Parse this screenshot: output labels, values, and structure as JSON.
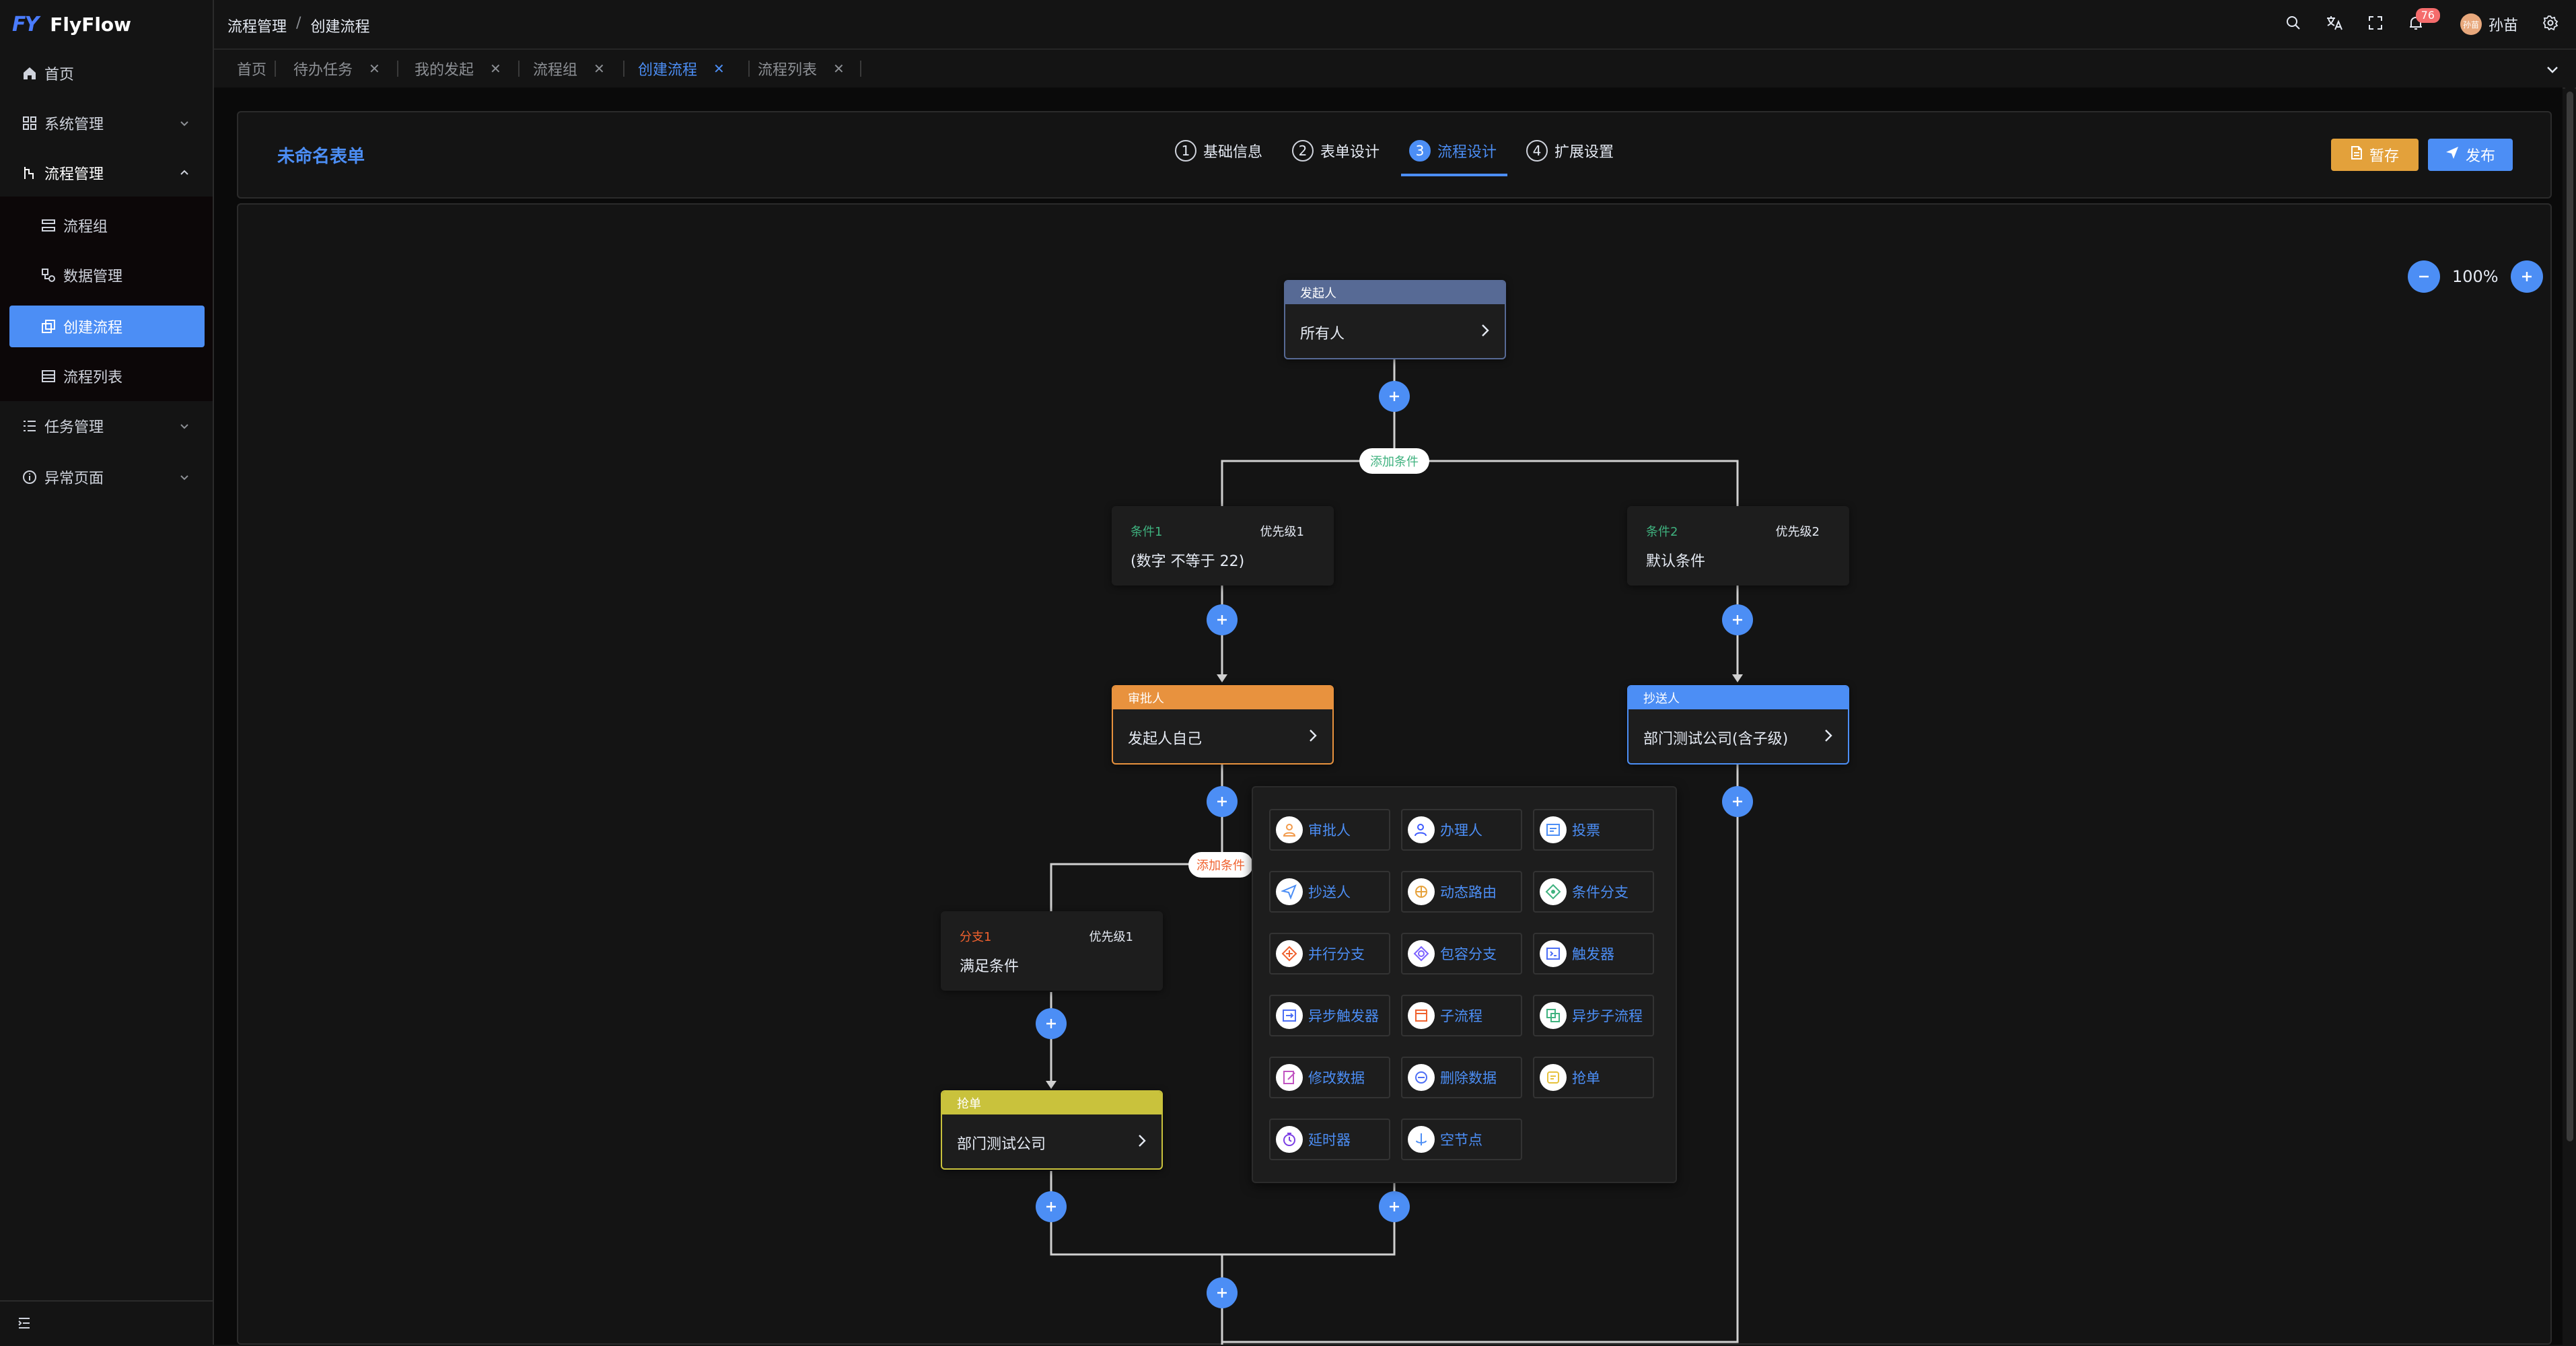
{
  "app": {
    "name": "FlyFlow"
  },
  "header": {
    "breadcrumb": [
      "流程管理",
      "创建流程"
    ],
    "breadcrumb_sep": "/",
    "notifications_count": "76",
    "user_name": "孙苗",
    "avatar_text": "孙苗"
  },
  "sidebar": {
    "items": [
      {
        "label": "首页",
        "icon": "home-icon"
      },
      {
        "label": "系统管理",
        "icon": "grid-icon"
      },
      {
        "label": "流程管理",
        "icon": "flow-icon"
      },
      {
        "label": "任务管理",
        "icon": "list-icon"
      },
      {
        "label": "异常页面",
        "icon": "info-icon"
      }
    ],
    "submenu": [
      {
        "label": "流程组",
        "icon": "group-icon"
      },
      {
        "label": "数据管理",
        "icon": "data-icon"
      },
      {
        "label": "创建流程",
        "icon": "create-icon"
      },
      {
        "label": "流程列表",
        "icon": "table-icon"
      }
    ]
  },
  "tabs": [
    {
      "label": "首页"
    },
    {
      "label": "待办任务"
    },
    {
      "label": "我的发起"
    },
    {
      "label": "流程组"
    },
    {
      "label": "创建流程"
    },
    {
      "label": "流程列表"
    }
  ],
  "tab_close": "✕",
  "form": {
    "title": "未命名表单",
    "steps": [
      {
        "num": "1",
        "label": "基础信息"
      },
      {
        "num": "2",
        "label": "表单设计"
      },
      {
        "num": "3",
        "label": "流程设计"
      },
      {
        "num": "4",
        "label": "扩展设置"
      }
    ],
    "save_label": "暂存",
    "publish_label": "发布"
  },
  "zoom": {
    "value": "100%"
  },
  "flow": {
    "start_node": {
      "title": "发起人",
      "content": "所有人"
    },
    "add_condition": "添加条件",
    "branch1": {
      "name": "条件1",
      "priority": "优先级1",
      "desc": "(数字 不等于 22)"
    },
    "branch2": {
      "name": "条件2",
      "priority": "优先级2",
      "desc": "默认条件"
    },
    "approver": {
      "title": "审批人",
      "content": "发起人自己"
    },
    "cc": {
      "title": "抄送人",
      "content": "部门测试公司(含子级)"
    },
    "add_condition2": "添加条件",
    "branch3": {
      "name": "分支1",
      "priority": "优先级1",
      "desc": "满足条件"
    },
    "grab": {
      "title": "抢单",
      "content": "部门测试公司"
    }
  },
  "popover": {
    "items": [
      {
        "label": "审批人",
        "icon": "approver-icon",
        "color": "#f29a4a"
      },
      {
        "label": "办理人",
        "icon": "handler-icon",
        "color": "#3d5afe"
      },
      {
        "label": "投票",
        "icon": "vote-icon",
        "color": "#4c8ef5"
      },
      {
        "label": "抄送人",
        "icon": "cc-icon",
        "color": "#4c8ef5"
      },
      {
        "label": "动态路由",
        "icon": "route-icon",
        "color": "#e6a23c"
      },
      {
        "label": "条件分支",
        "icon": "condition-icon",
        "color": "#3fb27f"
      },
      {
        "label": "并行分支",
        "icon": "parallel-icon",
        "color": "#f0612e"
      },
      {
        "label": "包容分支",
        "icon": "inclusive-icon",
        "color": "#7b61ff"
      },
      {
        "label": "触发器",
        "icon": "trigger-icon",
        "color": "#4c6ef5"
      },
      {
        "label": "异步触发器",
        "icon": "async-trigger-icon",
        "color": "#4c6ef5"
      },
      {
        "label": "子流程",
        "icon": "subprocess-icon",
        "color": "#f0612e"
      },
      {
        "label": "异步子流程",
        "icon": "async-subprocess-icon",
        "color": "#3fb27f"
      },
      {
        "label": "修改数据",
        "icon": "edit-data-icon",
        "color": "#c154c1"
      },
      {
        "label": "删除数据",
        "icon": "delete-data-icon",
        "color": "#4c6ef5"
      },
      {
        "label": "抢单",
        "icon": "grab-icon",
        "color": "#e6c23c"
      },
      {
        "label": "延时器",
        "icon": "timer-icon",
        "color": "#7b3fe4"
      },
      {
        "label": "空节点",
        "icon": "empty-node-icon",
        "color": "#4c8ef5"
      }
    ]
  },
  "colors": {
    "accent": "#4c8ef5",
    "start_header": "#576a95",
    "approver_header": "#e8923e",
    "cc_header": "#4c8ef5",
    "grab_header": "#c9c23c",
    "condition_green": "#3fb27f",
    "branch_orange": "#f0612e",
    "save_button": "#e3a13b"
  }
}
